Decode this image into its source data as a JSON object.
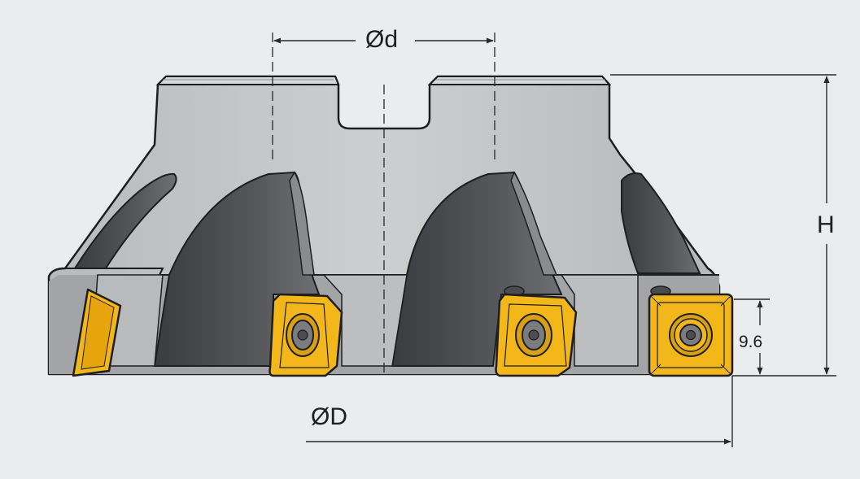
{
  "diagram": {
    "labels": {
      "bore_diameter": "Ød",
      "height": "H",
      "insert_height": "9.6",
      "cutter_diameter": "ØD"
    },
    "colors": {
      "background": "#ebecee",
      "body_light": "#c3c4c6",
      "body_mid": "#a3a4a7",
      "body_dark": "#4e4f52",
      "insert_yellow": "#f3b71a",
      "insert_outline": "#1f1f1f",
      "dimension_line": "#2a2a2a"
    },
    "icons": [
      "arrow-head",
      "torx-screw-icon"
    ]
  }
}
